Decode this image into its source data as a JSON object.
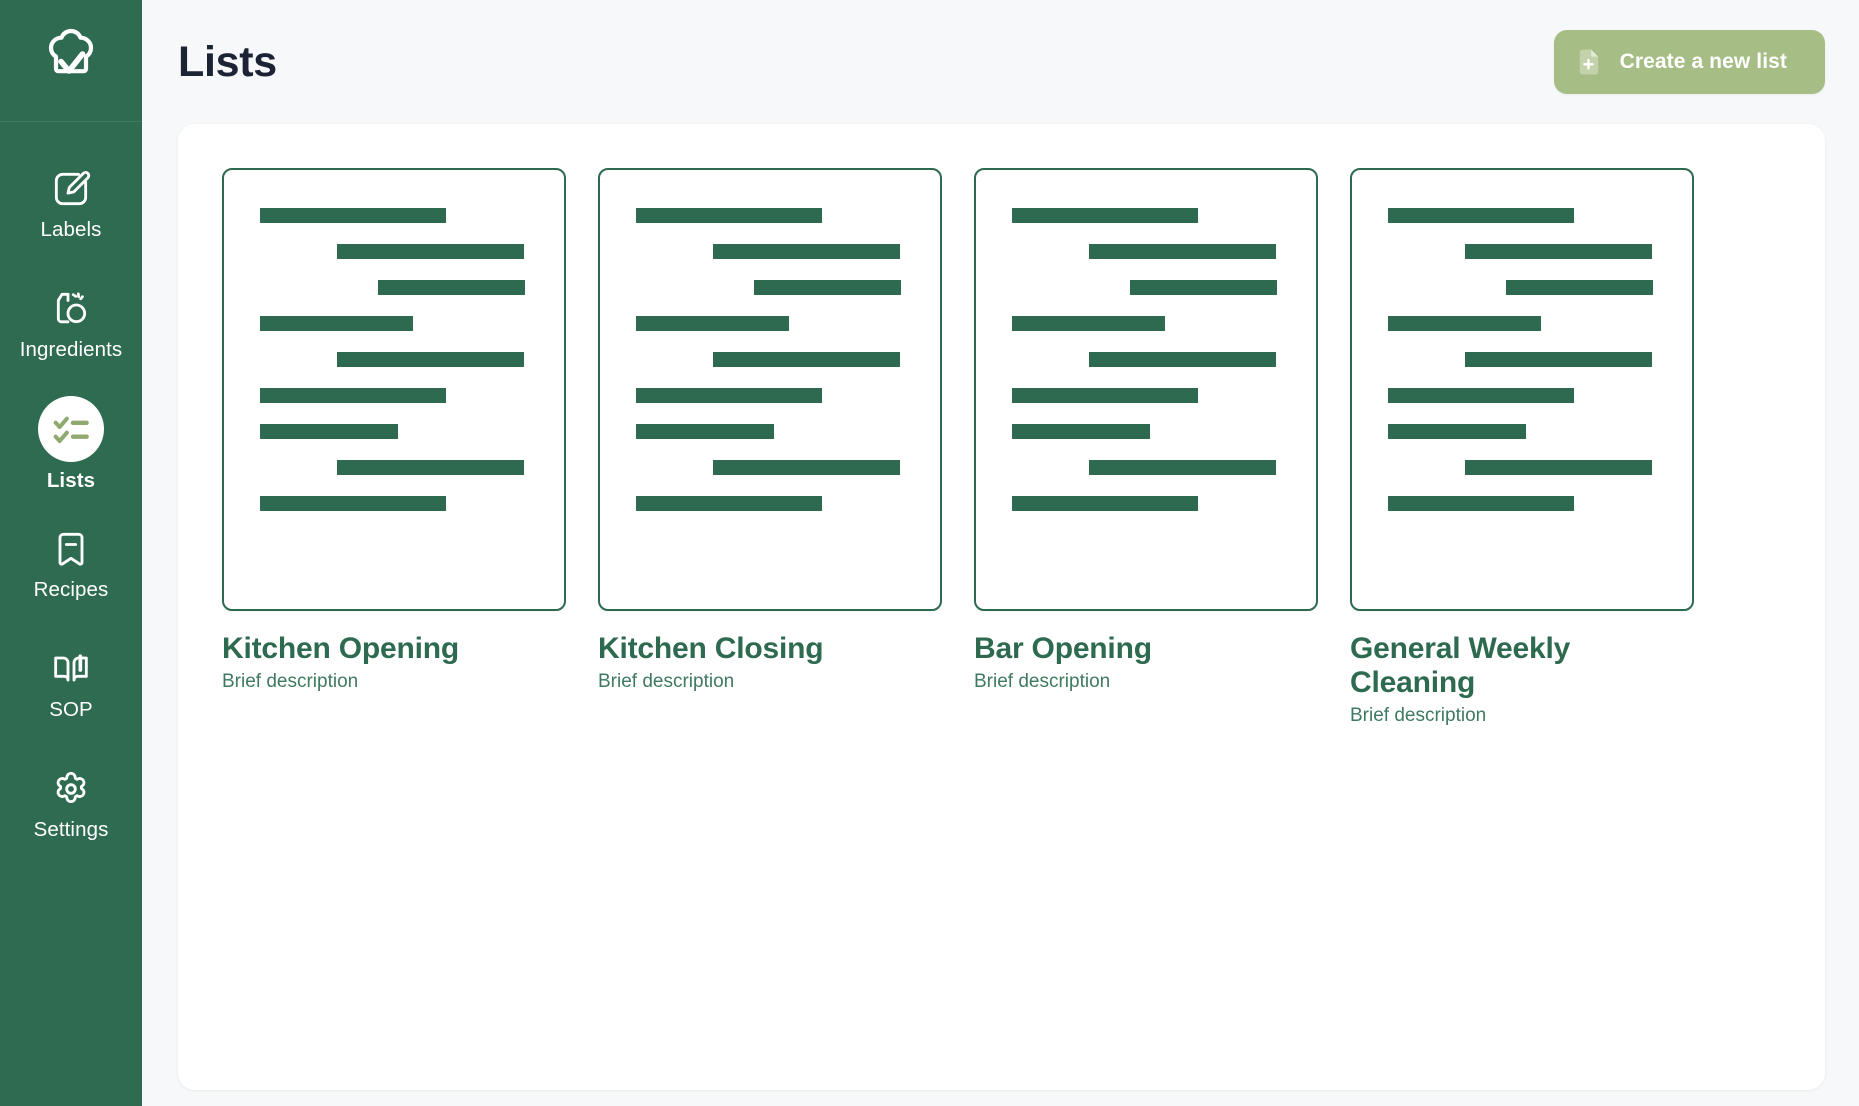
{
  "app": {
    "logo_icon": "chef-hat-check-icon",
    "brand_green": "#2e6b50",
    "accent_green": "#2d6a4f",
    "button_green": "#a6bd86",
    "page_bg": "#f6f8f9"
  },
  "sidebar": {
    "items": [
      {
        "label": "Labels",
        "icon": "pencil-square-icon",
        "active": false
      },
      {
        "label": "Ingredients",
        "icon": "spray-bottle-icon",
        "active": false
      },
      {
        "label": "Lists",
        "icon": "checklist-icon",
        "active": true
      },
      {
        "label": "Recipes",
        "icon": "bookmark-minus-icon",
        "active": false
      },
      {
        "label": "SOP",
        "icon": "open-book-icon",
        "active": false
      },
      {
        "label": "Settings",
        "icon": "gear-icon",
        "active": false
      }
    ]
  },
  "header": {
    "title": "Lists",
    "create_button": {
      "label": "Create a new list",
      "icon": "document-plus-icon"
    }
  },
  "lists": [
    {
      "title": "Kitchen Opening",
      "description": "Brief description"
    },
    {
      "title": "Kitchen Closing",
      "description": "Brief description"
    },
    {
      "title": "Bar Opening",
      "description": "Brief description"
    },
    {
      "title": "General Weekly Cleaning",
      "description": "Brief description"
    }
  ],
  "card_preview_bars": [
    {
      "indent": 36,
      "width": 186
    },
    {
      "indent": 113,
      "width": 187
    },
    {
      "indent": 154,
      "width": 147
    },
    {
      "indent": 36,
      "width": 153
    },
    {
      "indent": 113,
      "width": 187
    },
    {
      "indent": 36,
      "width": 186
    },
    {
      "indent": 36,
      "width": 138
    },
    {
      "indent": 113,
      "width": 187
    },
    {
      "indent": 36,
      "width": 186
    }
  ]
}
